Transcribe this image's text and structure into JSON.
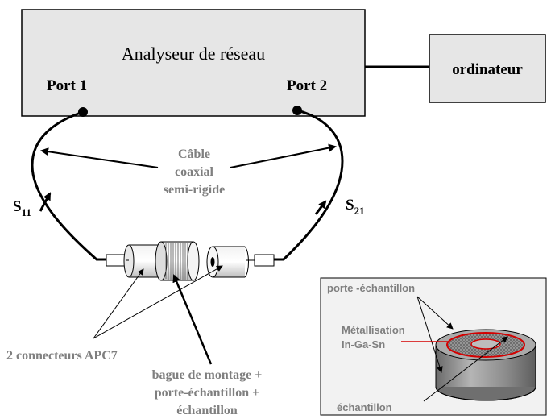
{
  "analyzer": {
    "title": "Analyseur de réseau",
    "port1": "Port 1",
    "port2": "Port 2"
  },
  "computer": {
    "label": "ordinateur"
  },
  "cable": {
    "line1": "Câble",
    "line2": "coaxial",
    "line3": "semi-rigide"
  },
  "s11": {
    "base": "S",
    "sub": "11"
  },
  "s21": {
    "base": "S",
    "sub": "21"
  },
  "connectors": {
    "label": "2 connecteurs APC7"
  },
  "ring": {
    "line1": "bague de montage +",
    "line2": "porte-échantillon +",
    "line3": "échantillon"
  },
  "inset": {
    "holder": "porte -échantillon",
    "metal1": "Métallisation",
    "metal2": "In-Ga-Sn",
    "sample": "échantillon"
  }
}
